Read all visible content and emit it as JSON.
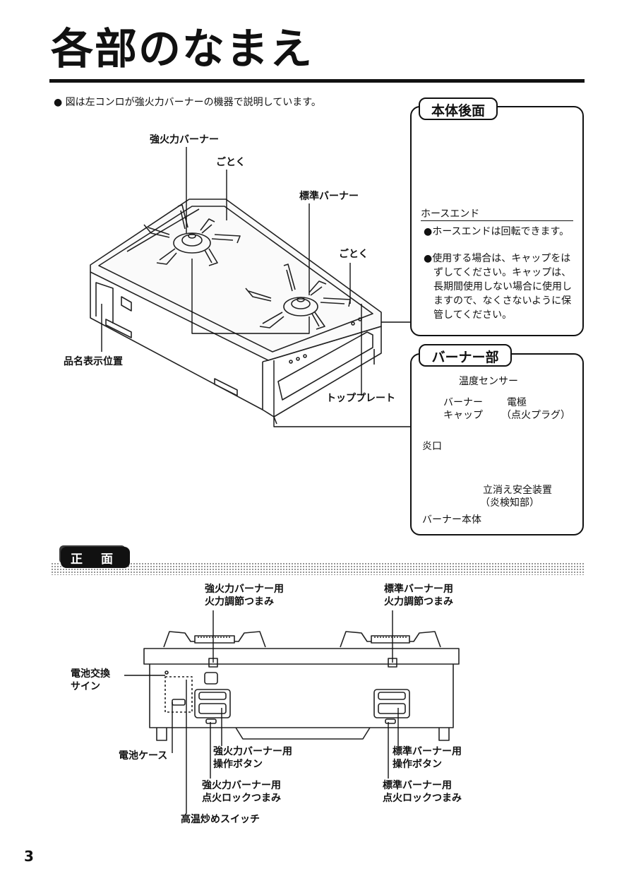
{
  "header": {
    "title": "各部のなまえ",
    "intro_note": "● 図は左コンロが強火力バーナーの機器で説明しています。"
  },
  "main_diagram": {
    "labels": {
      "strong_burner": "強火力バーナー",
      "trivet_left": "ごとく",
      "standard_burner": "標準バーナー",
      "trivet_right": "ごとく",
      "model_name_position": "品名表示位置",
      "top_plate": "トッププレート"
    }
  },
  "rear_panel": {
    "tab": "本体後面",
    "hose_end_label": "ホースエンド",
    "notes": [
      "●ホースエンドは回転できます。",
      "●使用する場合は、キャップをはずしてください。キャップは、長期間使用しない場合に使用しますので、なくさないように保管してください。"
    ]
  },
  "burner_panel": {
    "tab": "バーナー部",
    "labels": {
      "temp_sensor": "温度センサー",
      "burner_cap_line1": "バーナー",
      "burner_cap_line2": "キャップ",
      "electrode_line1": "電極",
      "electrode_line2": "（点火プラグ）",
      "flame_port": "炎口",
      "safety_line1": "立消え安全装置",
      "safety_line2": "（炎検知部）",
      "burner_body": "バーナー本体"
    }
  },
  "front_section": {
    "tab": "正 面",
    "labels": {
      "strong_knob_line1": "強火力バーナー用",
      "strong_knob_line2": "火力調節つまみ",
      "standard_knob_line1": "標準バーナー用",
      "standard_knob_line2": "火力調節つまみ",
      "battery_sign_line1": "電池交換",
      "battery_sign_line2": "サイン",
      "battery_case": "電池ケース",
      "strong_button_line1": "強火力バーナー用",
      "strong_button_line2": "操作ボタン",
      "standard_button_line1": "標準バーナー用",
      "standard_button_line2": "操作ボタン",
      "strong_lock_line1": "強火力バーナー用",
      "strong_lock_line2": "点火ロックつまみ",
      "standard_lock_line1": "標準バーナー用",
      "standard_lock_line2": "点火ロックつまみ",
      "high_temp_switch": "高温炒めスイッチ"
    }
  },
  "footer": {
    "page_number": "3"
  }
}
